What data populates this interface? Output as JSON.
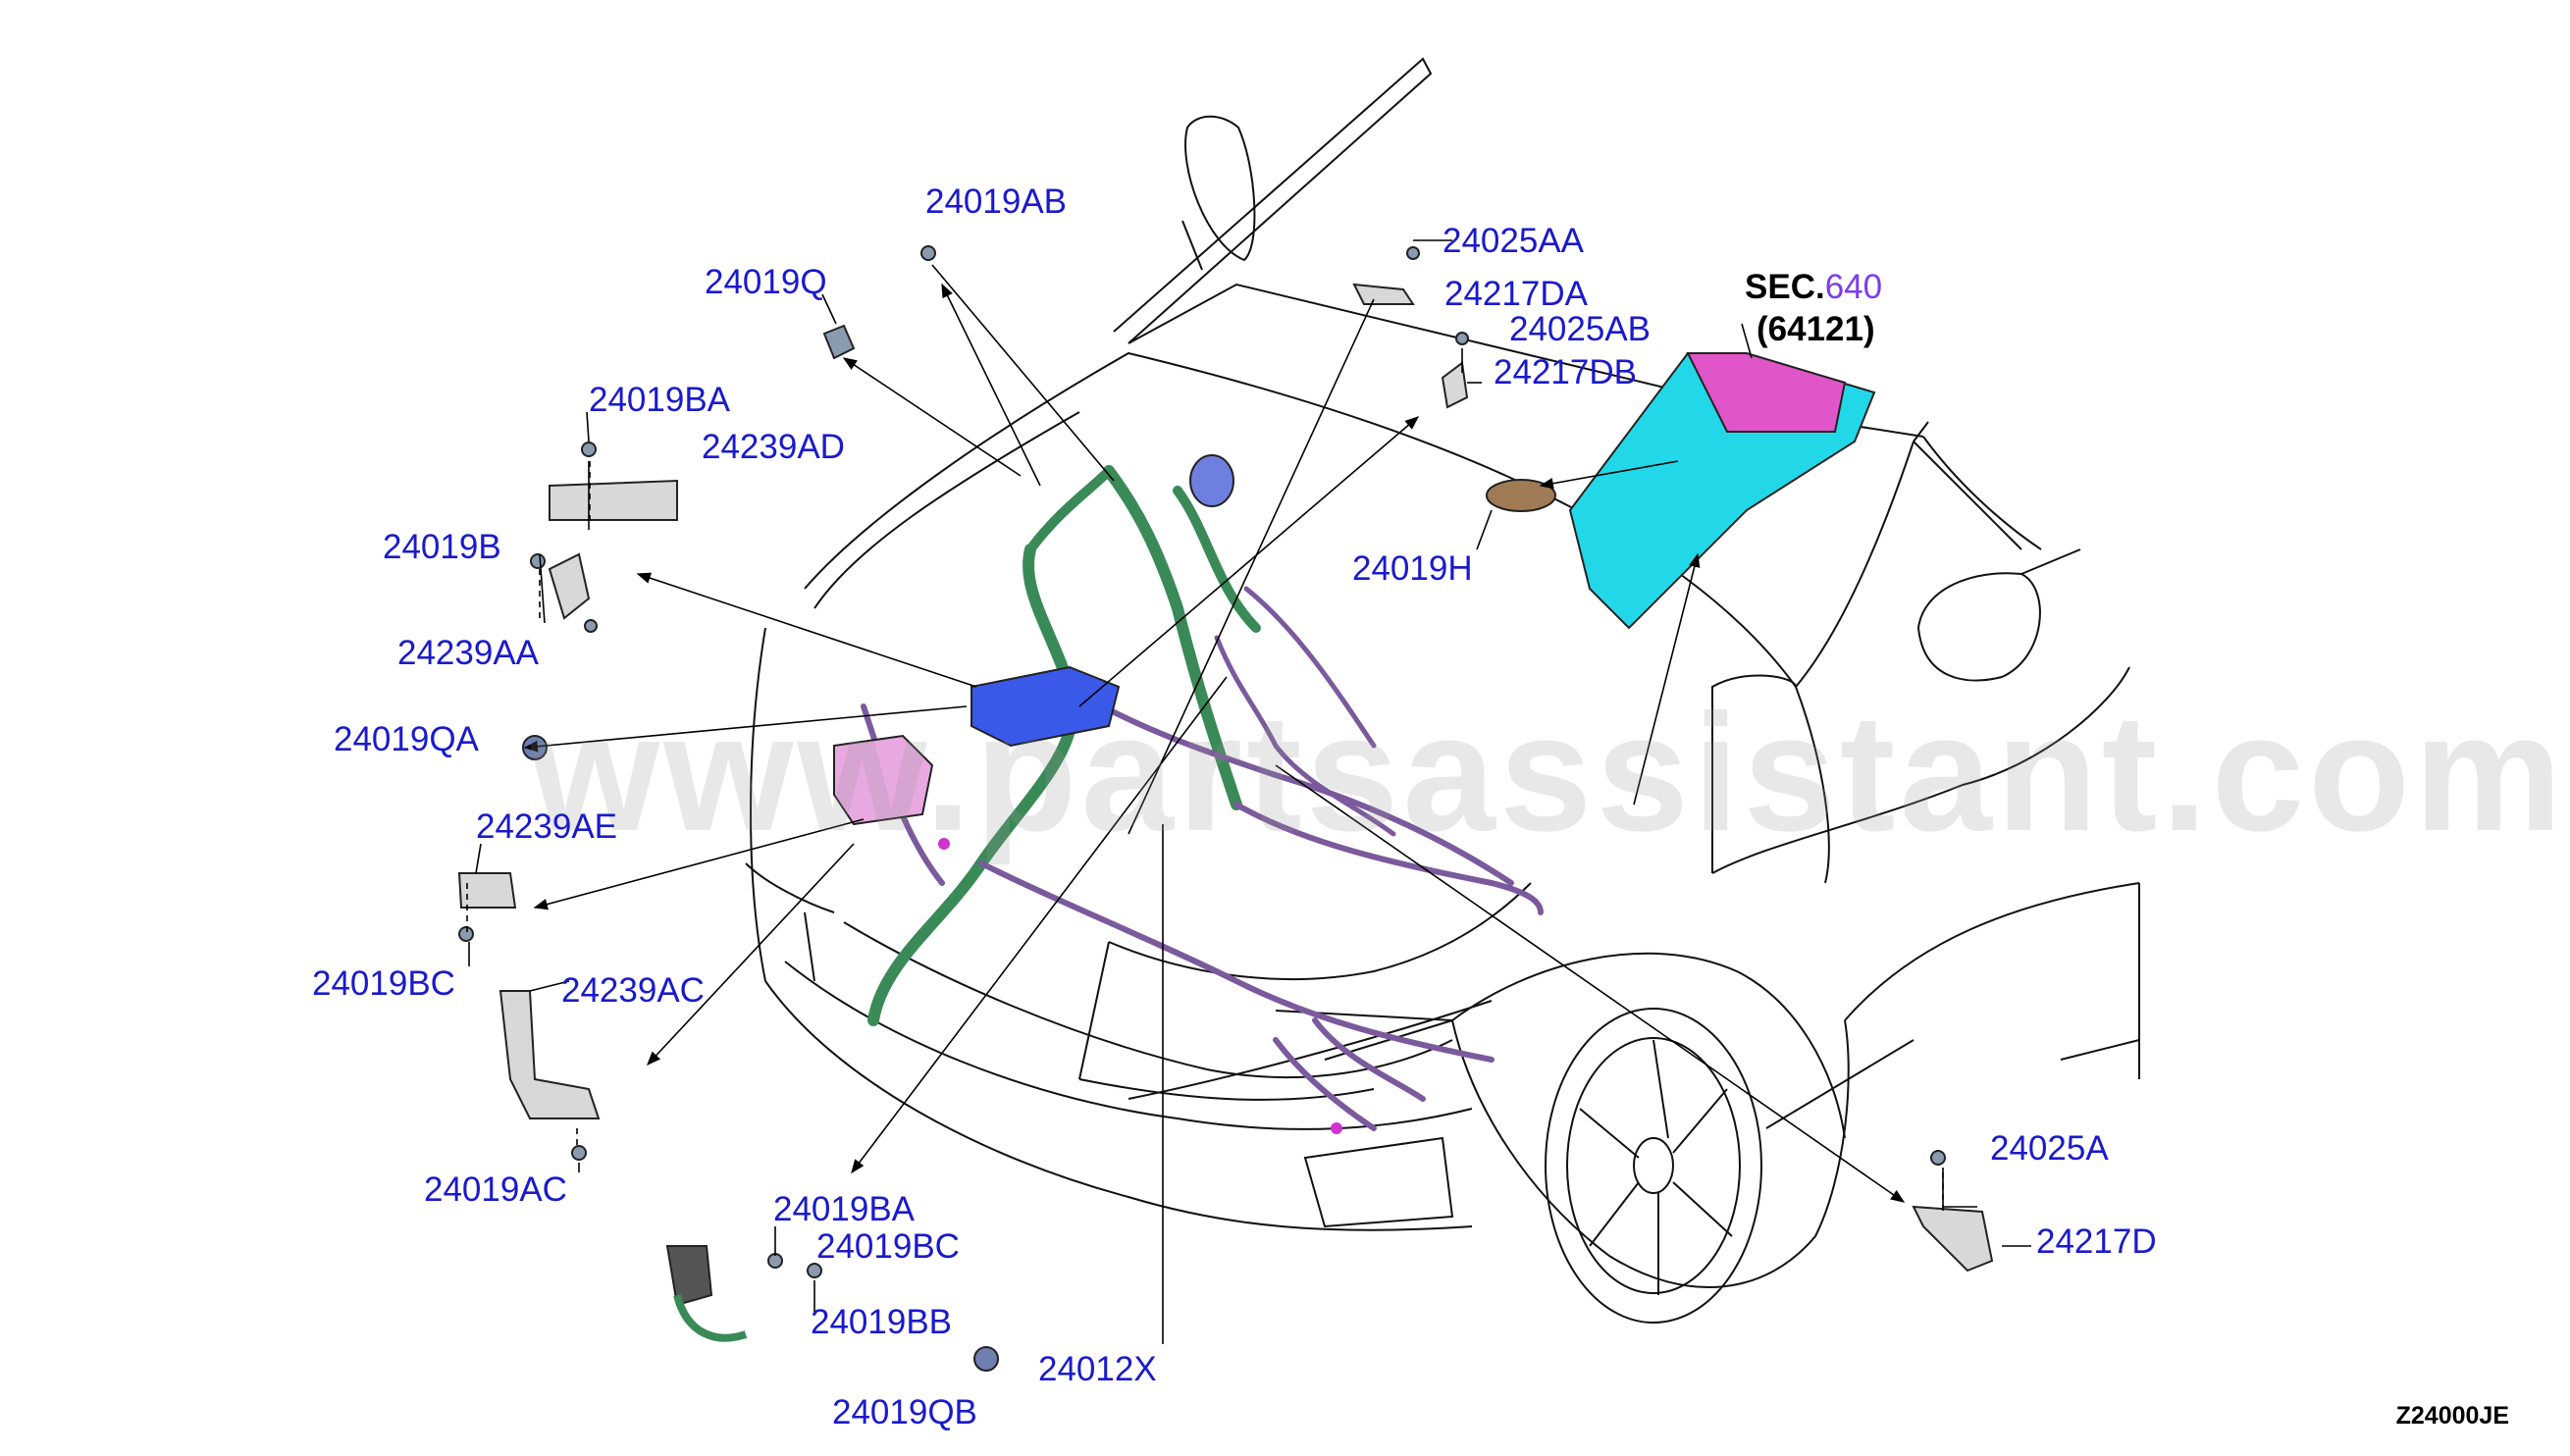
{
  "diagram": {
    "code": "Z24000JE",
    "watermark": "www.partsassistant.com",
    "section_ref": {
      "prefix": "SEC.",
      "number": "640",
      "sub": "(64121)"
    },
    "callouts": [
      {
        "id": "24019AB",
        "label": "24019AB"
      },
      {
        "id": "24019Q",
        "label": "24019Q"
      },
      {
        "id": "24019BA",
        "label": "24019BA"
      },
      {
        "id": "24239AD",
        "label": "24239AD"
      },
      {
        "id": "24019B",
        "label": "24019B"
      },
      {
        "id": "24239AA",
        "label": "24239AA"
      },
      {
        "id": "24019QA",
        "label": "24019QA"
      },
      {
        "id": "24239AE",
        "label": "24239AE"
      },
      {
        "id": "24019BC",
        "label": "24019BC"
      },
      {
        "id": "24239AC",
        "label": "24239AC"
      },
      {
        "id": "24019AC",
        "label": "24019AC"
      },
      {
        "id": "24019BA2",
        "label": "24019BA"
      },
      {
        "id": "24019BC2",
        "label": "24019BC"
      },
      {
        "id": "24019BB",
        "label": "24019BB"
      },
      {
        "id": "24019QB",
        "label": "24019QB"
      },
      {
        "id": "24012X",
        "label": "24012X"
      },
      {
        "id": "24025AA",
        "label": "24025AA"
      },
      {
        "id": "24217DA",
        "label": "24217DA"
      },
      {
        "id": "24025AB",
        "label": "24025AB"
      },
      {
        "id": "24217DB",
        "label": "24217DB"
      },
      {
        "id": "24019H",
        "label": "24019H"
      },
      {
        "id": "24025A",
        "label": "24025A"
      },
      {
        "id": "24217D",
        "label": "24217D"
      }
    ]
  }
}
